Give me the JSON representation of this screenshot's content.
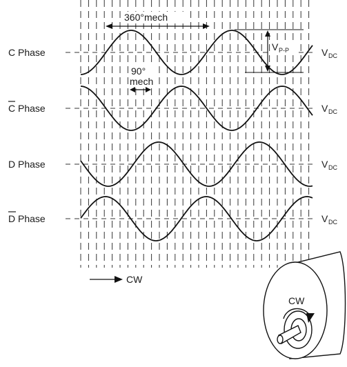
{
  "phases": [
    {
      "name": "C Phase",
      "bar": "",
      "rest": "C Phase",
      "vdc_main": "V",
      "vdc_sub": "DC"
    },
    {
      "name": "C̄ Phase",
      "bar": "C",
      "rest": " Phase",
      "vdc_main": "V",
      "vdc_sub": "DC"
    },
    {
      "name": "D Phase",
      "bar": "",
      "rest": "D Phase",
      "vdc_main": "V",
      "vdc_sub": "DC"
    },
    {
      "name": "D̄ Phase",
      "bar": "D",
      "rest": " Phase",
      "vdc_main": "V",
      "vdc_sub": "DC"
    }
  ],
  "annotations": {
    "period_label": "360°mech",
    "quarter_label_line1": "90°",
    "quarter_label_line2": "mech",
    "vpp_main": "V",
    "vpp_sub": "P-P"
  },
  "direction": {
    "bottom_label": "CW",
    "motor_label": "CW"
  }
}
